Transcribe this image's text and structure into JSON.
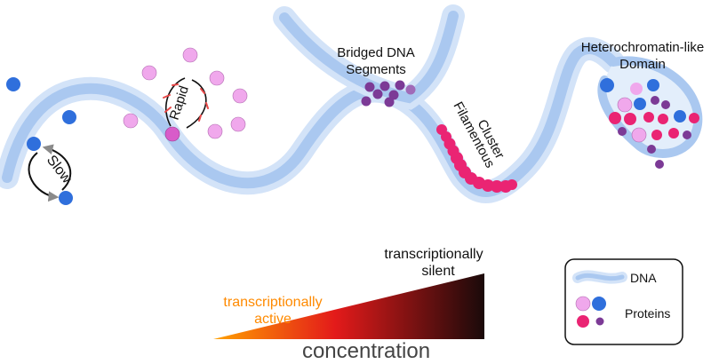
{
  "labels": {
    "slow": "Slow",
    "rapid": "Rapid",
    "bridged": [
      "Bridged DNA",
      "Segments"
    ],
    "filamentous": [
      "Filamentous",
      "Cluster"
    ],
    "heterochromatin": [
      "Heterochromatin-like",
      "Domain"
    ],
    "active": [
      "transcriptionally",
      "active"
    ],
    "silent": [
      "transcriptionally",
      "silent"
    ],
    "concentration": "concentration"
  },
  "legend": {
    "dna_label": "DNA",
    "proteins_label": "Proteins"
  },
  "colors": {
    "dna": "#aac8f0",
    "dna_light": "#d3e3f8",
    "blue_protein": "#2f6fdc",
    "light_pink_protein": "#f0a8ec",
    "hot_pink_protein": "#ea2473",
    "purple_protein": "#7c3a96",
    "arrow_red": "#ea4a4a",
    "active_text": "#ff8a00",
    "gradient_start": "#ffa100",
    "gradient_mid": "#e31a1a",
    "gradient_end": "#1a0a0a"
  }
}
